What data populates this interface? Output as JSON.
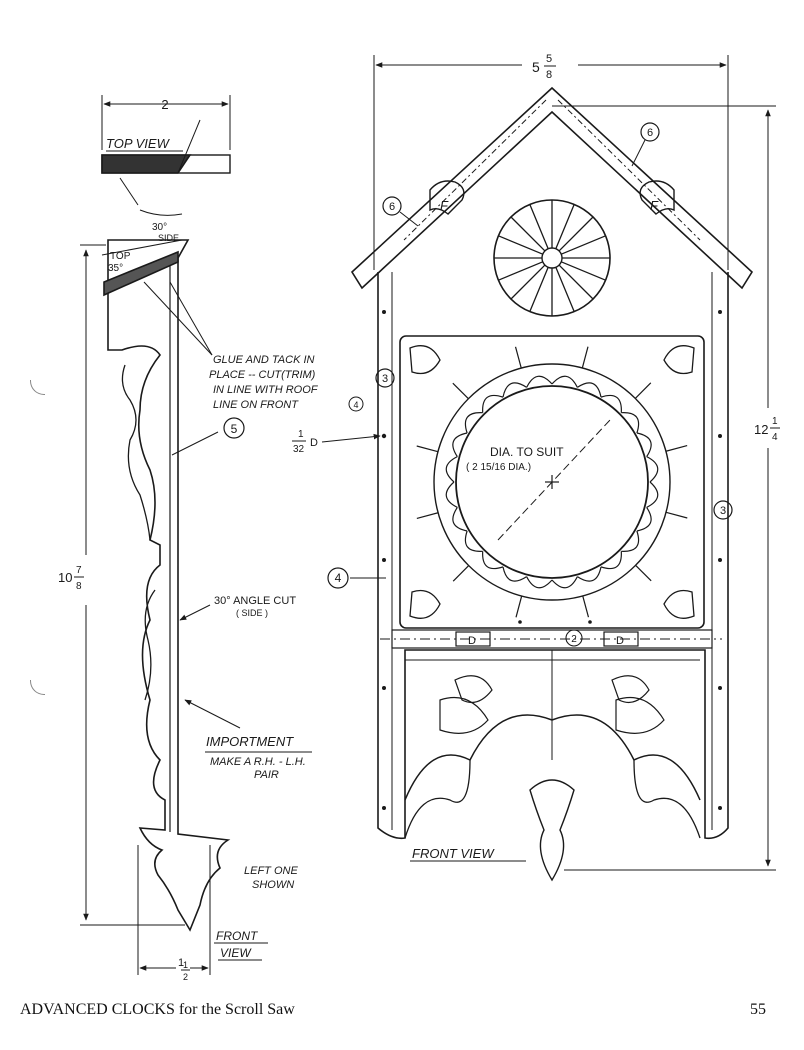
{
  "side_piece": {
    "dim_top_width": "2",
    "top_view_label": "TOP VIEW",
    "angle_30": "30°",
    "angle_30_side": "SIDE",
    "top_label": "TOP",
    "top_angle": "35°",
    "glue_note": [
      "GLUE AND TACK IN",
      "PLACE -- CUT(TRIM)",
      "IN LINE WITH ROOF",
      "LINE ON FRONT"
    ],
    "glue_ref": "4",
    "part_number": "5",
    "height_whole": "10",
    "height_num": "7",
    "height_den": "8",
    "angle_cut_line1": "30° ANGLE CUT",
    "angle_cut_line2": "( SIDE )",
    "important": "IMPORTMENT",
    "pair_line1": "MAKE A R.H. - L.H.",
    "pair_line2": "PAIR",
    "left_line1": "LEFT ONE",
    "left_line2": "SHOWN",
    "front_view_1": "FRONT",
    "front_view_2": "VIEW",
    "width_whole": "1",
    "width_num": "1",
    "width_den": "2"
  },
  "front_piece": {
    "width_whole": "5",
    "width_num": "5",
    "width_den": "8",
    "roof_part": "6",
    "roof_letter": "F",
    "side_part": "3",
    "hole_num": "1",
    "hole_den": "32",
    "hole_letter": "D",
    "dial_line1": "DIA. TO SUIT",
    "dial_line2": "( 2 15/16 DIA.)",
    "front_part": "4",
    "shelf_part": "2",
    "shelf_letter": "D",
    "height_whole": "12",
    "height_num": "1",
    "height_den": "4",
    "front_view_label": "FRONT VIEW"
  },
  "footer": {
    "title_caps": "ADVANCED CLOCKS",
    "title_rest": " for the Scroll Saw",
    "page_number": "55"
  }
}
